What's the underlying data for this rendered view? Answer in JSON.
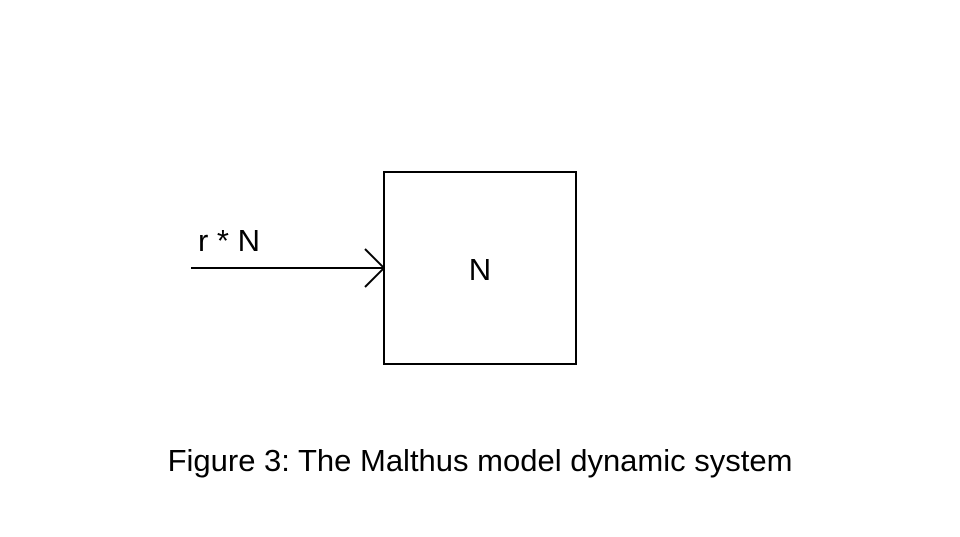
{
  "diagram": {
    "stock": {
      "label": "N"
    },
    "inflow": {
      "label": "r * N"
    },
    "colors": {
      "stroke": "#000000",
      "background": "#ffffff"
    }
  },
  "caption": {
    "text": "Figure 3: The Malthus model dynamic system"
  }
}
